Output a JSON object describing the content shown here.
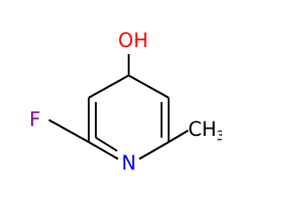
{
  "molecule": {
    "atoms": {
      "hydroxyl": {
        "text": "OH",
        "color": "#ff0000"
      },
      "fluorine": {
        "text": "F",
        "color": "#8b008b"
      },
      "nitrogen": {
        "text": "N",
        "color": "#0000ff"
      },
      "methyl": {
        "text": "CH",
        "sub": "3",
        "color": "#000000"
      }
    }
  }
}
